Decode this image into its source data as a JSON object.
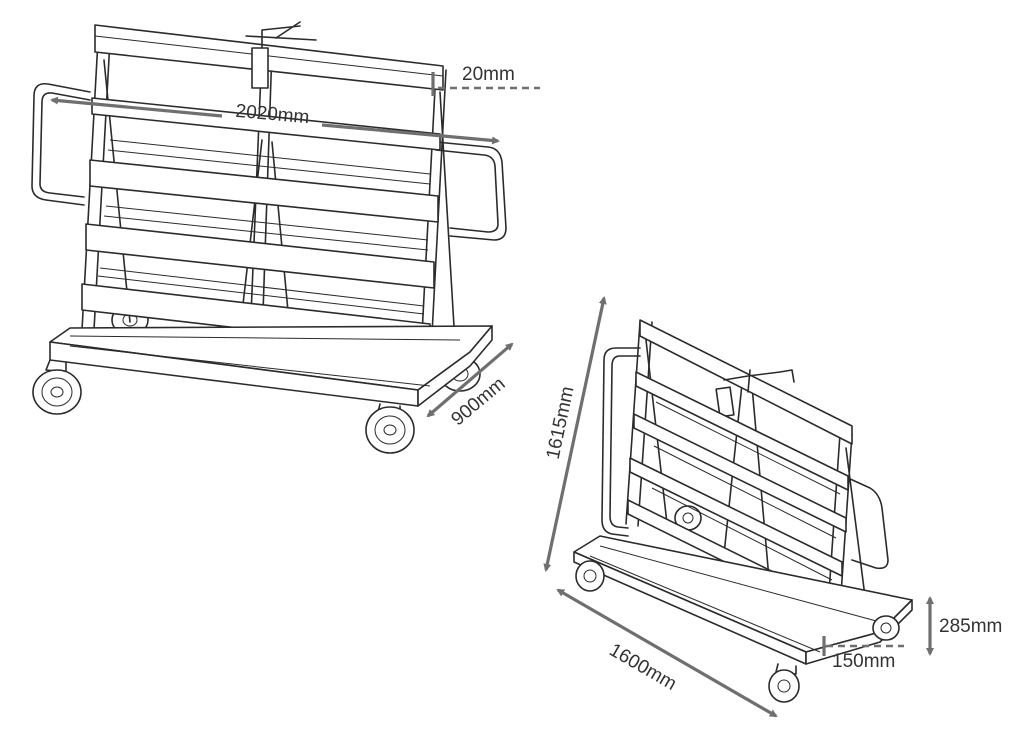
{
  "dimensions": {
    "length_top": "2020mm",
    "slat_thickness": "20mm",
    "width": "900mm",
    "height": "1615mm",
    "length_bottom": "1600mm",
    "base_height": "285mm",
    "ledge": "150mm"
  },
  "colors": {
    "line": "#2b2b2b",
    "dimension": "#6f6f6f",
    "background": "#ffffff"
  }
}
